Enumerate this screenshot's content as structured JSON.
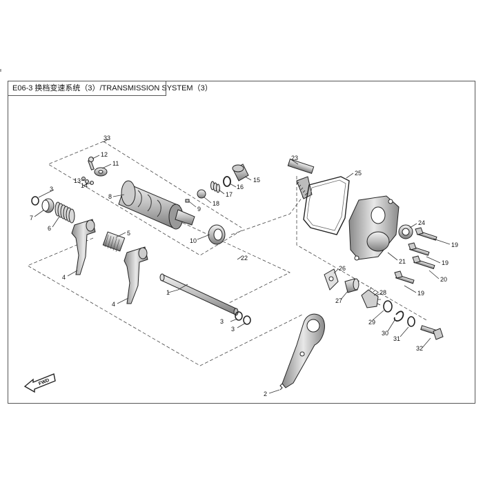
{
  "title": "E06-3 换档变速系统（3）/TRANSMISSION SYSTEM（3）",
  "fwd_label": "FWD",
  "callouts": {
    "c1": "1",
    "c2": "2",
    "c3a": "3",
    "c3b": "3",
    "c3c": "3",
    "c4a": "4",
    "c4b": "4",
    "c5": "5",
    "c6": "6",
    "c7": "7",
    "c8": "8",
    "c9": "9",
    "c10": "10",
    "c11": "11",
    "c12": "12",
    "c13": "13",
    "c14": "14",
    "c15": "15",
    "c16": "16",
    "c17": "17",
    "c18": "18",
    "c19a": "19",
    "c19b": "19",
    "c19c": "19",
    "c20": "20",
    "c21": "21",
    "c22": "22",
    "c23": "23",
    "c24": "24",
    "c25": "25",
    "c26": "26",
    "c27": "27",
    "c28": "28",
    "c29": "29",
    "c30": "30",
    "c31": "31",
    "c32": "32",
    "c33": "33"
  }
}
